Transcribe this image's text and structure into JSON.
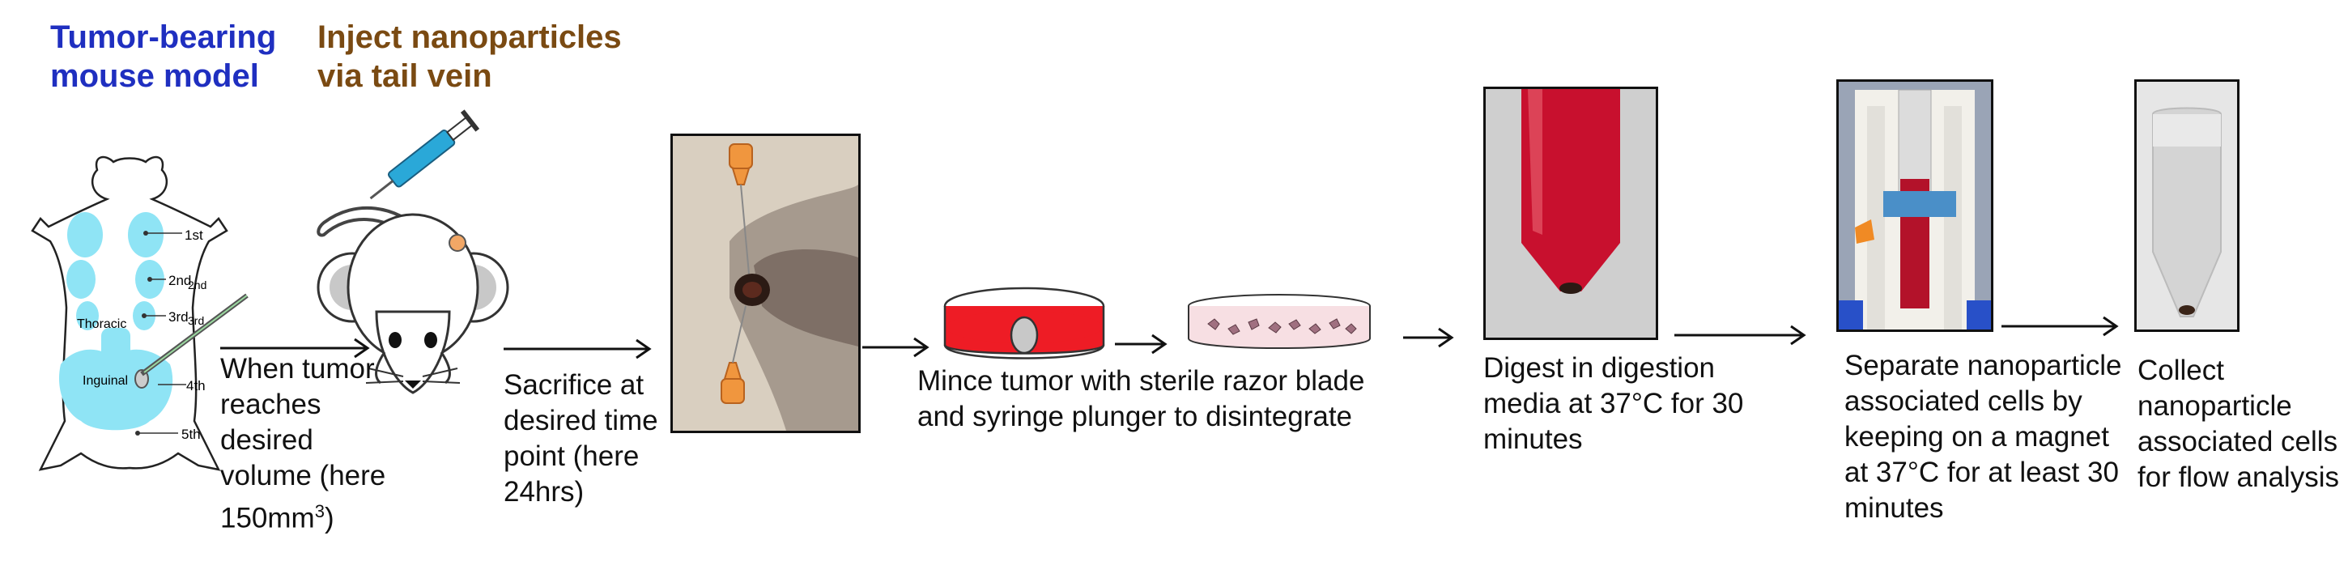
{
  "titles": {
    "model": "Tumor-bearing mouse model",
    "inject": "Inject nanoparticles via tail vein"
  },
  "mouse_labels": {
    "first": "1st",
    "second": "2nd",
    "second_mirror": "2nd",
    "third": "3rd",
    "third_mirror": "3rd",
    "thoracic": "Thoracic",
    "inguinal": "Inguinal",
    "fourth": "4th",
    "fifth": "5th"
  },
  "steps": {
    "s1_main": "When tumor reaches desired volume (here 150mm",
    "s1_sup": "3",
    "s1_tail": ")",
    "s2": "Sacrifice at desired time point (here 24hrs)",
    "s3": "Mince tumor with sterile razor blade and syringe plunger to disintegrate",
    "s4": "Digest in digestion media at 37°C for 30 minutes",
    "s5": "Separate nanoparticle associated cells by keeping on a magnet at 37°C for at least 30 minutes",
    "s6": "Collect nanoparticle associated cells for flow analysis"
  },
  "colors": {
    "model_title": "#1f2fc0",
    "inject_title": "#7a4a12",
    "mammary": "#8fe4f5",
    "dish_red": "#ee1c25",
    "digest_red": "#c8102e",
    "syringe": "#2aa8d8"
  }
}
